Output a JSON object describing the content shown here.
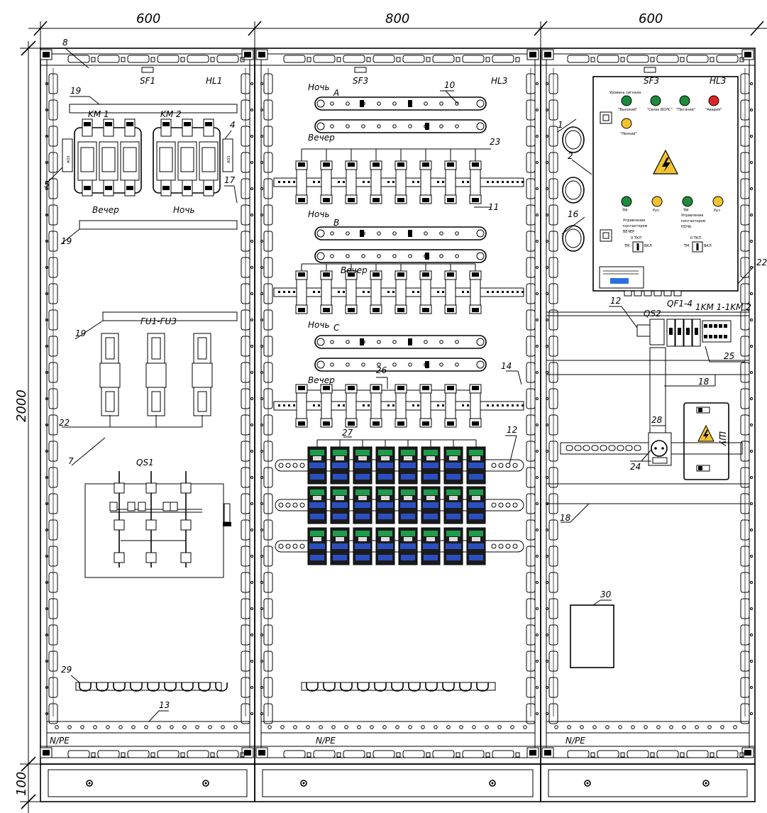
{
  "dimensions": {
    "width_left": "600",
    "width_middle": "800",
    "width_right": "600",
    "height_main": "2000",
    "height_plinth": "100"
  },
  "cabinet_left": {
    "callouts": [
      "8",
      "4",
      "5",
      "17",
      "19",
      "19",
      "19",
      "22",
      "7",
      "29",
      "13"
    ],
    "labels": {
      "sf1": "SF1",
      "hl1": "HL1",
      "km1": "KM 1",
      "km2": "KM 2",
      "evening": "Вечер",
      "night": "Ночь",
      "fuses": "FU1-FU3",
      "switch": "QS1",
      "module_text": "АОS",
      "npe": "N/PE"
    }
  },
  "cabinet_middle": {
    "callouts": [
      "10",
      "23",
      "11",
      "14",
      "26",
      "27",
      "12"
    ],
    "labels": {
      "sf3": "SF3",
      "hl3": "HL3",
      "night_a": "Ночь",
      "phase_a": "A",
      "evening_a": "Вечер",
      "night_b": "Ночь",
      "phase_b": "B",
      "evening_b": "Вечер",
      "night_c": "Ночь",
      "phase_c": "C",
      "evening_c": "Вечер",
      "npe": "N/PE"
    }
  },
  "cabinet_right": {
    "callouts": [
      "1",
      "2",
      "16",
      "12",
      "22",
      "25",
      "18",
      "28",
      "24",
      "18",
      "30"
    ],
    "labels": {
      "sf3": "SF3",
      "hl3": "HL3",
      "qs2": "QS2",
      "breakers": "QF1-4",
      "contactors": "1KM 1-1KM 2",
      "device_label": "ШУ",
      "npe": "N/PE"
    },
    "door_panel": {
      "top_caption": "Уровень сигнала",
      "lamps_top": [
        {
          "label": "\"Высокий\"",
          "color": "#1e8a3c"
        },
        {
          "label": "\"Связь ВОЛС\"",
          "color": "#1e8a3c"
        },
        {
          "label": "\"Питание\"",
          "color": "#1e8a3c"
        },
        {
          "label": "\"Авария\"",
          "color": "#e02424"
        }
      ],
      "lamp_low": {
        "label": "\"Низкий\"",
        "color": "#f2c230"
      },
      "lamps_mid": [
        {
          "label": "ТМ",
          "color": "#1e8a3c"
        },
        {
          "label": "Руч",
          "color": "#f2c230"
        },
        {
          "label": "ТМ",
          "color": "#1e8a3c"
        },
        {
          "label": "Руч",
          "color": "#f2c230"
        }
      ],
      "control_evening": [
        "Управление",
        "контактором",
        "ВЕЧЕР"
      ],
      "control_night": [
        "Управление",
        "контактором",
        "НОЧЬ"
      ],
      "sel_top": "0 ТКЛ",
      "sel_left": "ТМ",
      "sel_right": "ВКЛ",
      "warning_icon": "high-voltage-warning-icon"
    }
  },
  "colors": {
    "terminal_green": "#1e9c4a",
    "terminal_blue": "#2b4fbf",
    "screen_blue": "#2a6fe0"
  }
}
